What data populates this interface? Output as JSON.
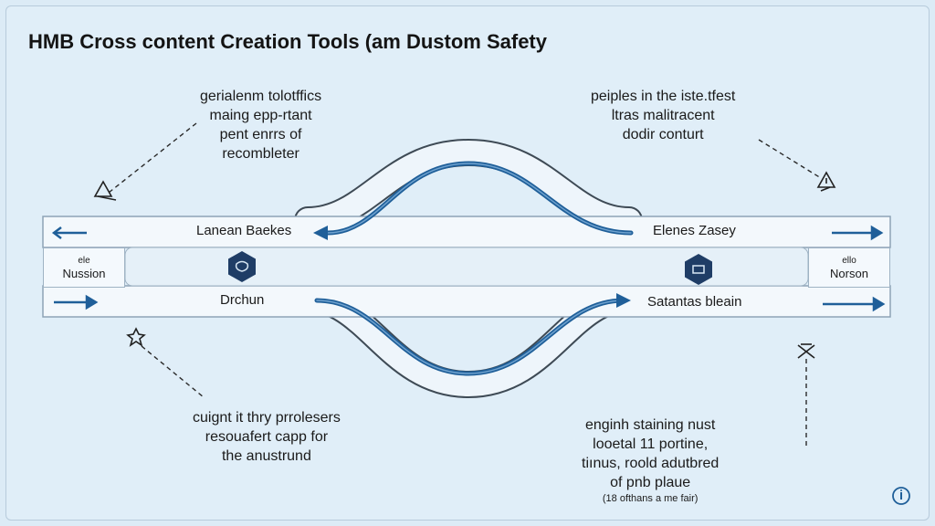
{
  "title": "HMB Cross content Creation Tools (am Dustom Safety",
  "notes": {
    "top_left": [
      "gerialenm tolotffics",
      "maing epp-rtant",
      "pent enrrs of",
      "recombleter"
    ],
    "top_right": [
      "peiples in the iste.tfest",
      "ltras malitracent",
      "dodir conturt"
    ],
    "bottom_left": [
      "cuignt it thry prrolesers",
      "resouafert capp for",
      "the anustrund"
    ],
    "bottom_right": [
      "enginh staining nust",
      "looetal 11 portine,",
      "tiınus, roold adutbred",
      "of pnb plaue"
    ],
    "bottom_right_small": "(18 ofthans a me fair)"
  },
  "lanes": {
    "top_left_label": "Lanean Baekes",
    "top_right_label": "Elenes Zasey",
    "bottom_left_label": "Drchun",
    "bottom_right_label": "Satantas bleain"
  },
  "side_boxes": {
    "left_small": "ele",
    "left_label": "Nussion",
    "right_small": "ello",
    "right_label": "Norson"
  },
  "colors": {
    "accent": "#1f5f99",
    "lane_border": "#8ea3b6",
    "lane_fill": "#f3f8fc",
    "background": "#e0eef8"
  },
  "icons": [
    "hexagon-node-icon",
    "warning-sign-icon",
    "star-badge-icon",
    "compass-marker-icon",
    "info-icon"
  ]
}
